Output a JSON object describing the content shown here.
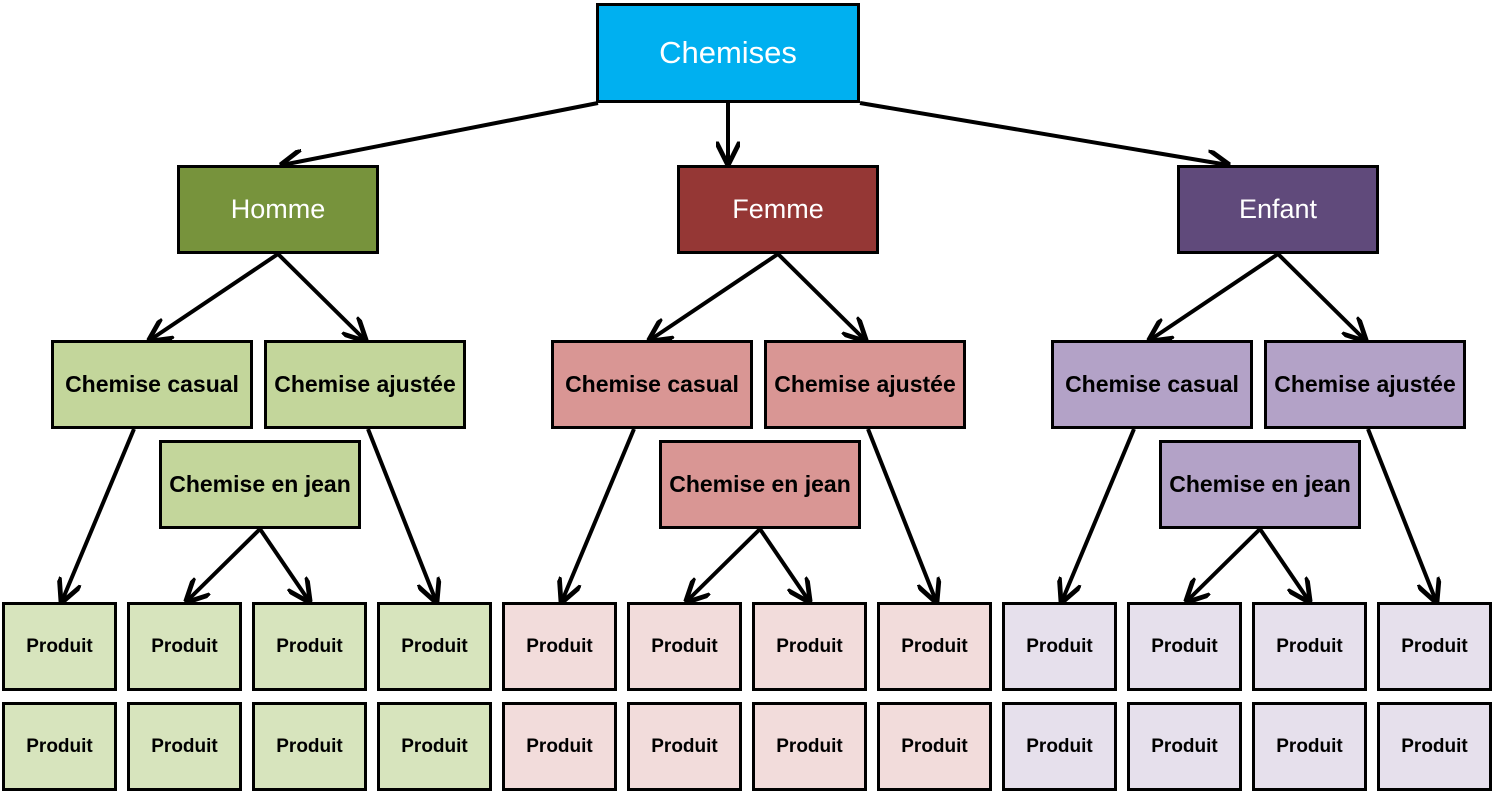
{
  "colors": {
    "root": "#00b0f0",
    "homme": {
      "category": "#77933c",
      "sub": "#c3d69b",
      "product": "#d7e4bd"
    },
    "femme": {
      "category": "#953735",
      "sub": "#d99694",
      "product": "#f2dcdb"
    },
    "enfant": {
      "category": "#604a7b",
      "sub": "#b3a2c7",
      "product": "#e6e0ec"
    }
  },
  "root": {
    "label": "Chemises"
  },
  "categories": [
    {
      "key": "homme",
      "label": "Homme",
      "subcategories": [
        "Chemise casual",
        "Chemise ajustée",
        "Chemise en jean"
      ],
      "products": [
        "Produit",
        "Produit",
        "Produit",
        "Produit",
        "Produit",
        "Produit",
        "Produit",
        "Produit"
      ]
    },
    {
      "key": "femme",
      "label": "Femme",
      "subcategories": [
        "Chemise casual",
        "Chemise ajustée",
        "Chemise en jean"
      ],
      "products": [
        "Produit",
        "Produit",
        "Produit",
        "Produit",
        "Produit",
        "Produit",
        "Produit",
        "Produit"
      ]
    },
    {
      "key": "enfant",
      "label": "Enfant",
      "subcategories": [
        "Chemise casual",
        "Chemise ajustée",
        "Chemise en jean"
      ],
      "products": [
        "Produit",
        "Produit",
        "Produit",
        "Produit",
        "Produit",
        "Produit",
        "Produit",
        "Produit"
      ]
    }
  ]
}
